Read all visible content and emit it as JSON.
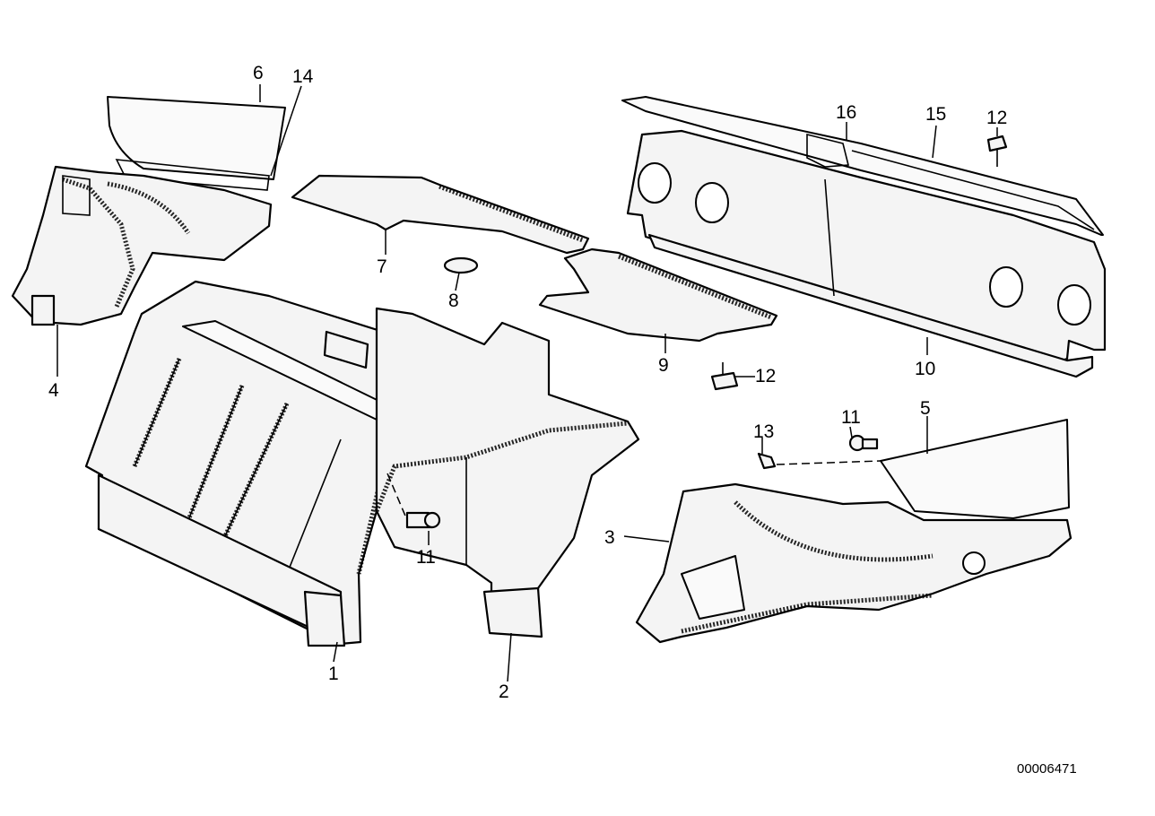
{
  "diagram": {
    "callouts": [
      {
        "id": "1",
        "label": "1"
      },
      {
        "id": "2",
        "label": "2"
      },
      {
        "id": "3",
        "label": "3"
      },
      {
        "id": "4",
        "label": "4"
      },
      {
        "id": "5",
        "label": "5"
      },
      {
        "id": "6",
        "label": "6"
      },
      {
        "id": "7",
        "label": "7"
      },
      {
        "id": "8",
        "label": "8"
      },
      {
        "id": "9",
        "label": "9"
      },
      {
        "id": "10",
        "label": "10"
      },
      {
        "id": "11a",
        "label": "11"
      },
      {
        "id": "11b",
        "label": "11"
      },
      {
        "id": "12a",
        "label": "12"
      },
      {
        "id": "12b",
        "label": "12"
      },
      {
        "id": "13",
        "label": "13"
      },
      {
        "id": "14",
        "label": "14"
      },
      {
        "id": "15",
        "label": "15"
      },
      {
        "id": "16",
        "label": "16"
      }
    ],
    "reference_number": "00006471"
  }
}
